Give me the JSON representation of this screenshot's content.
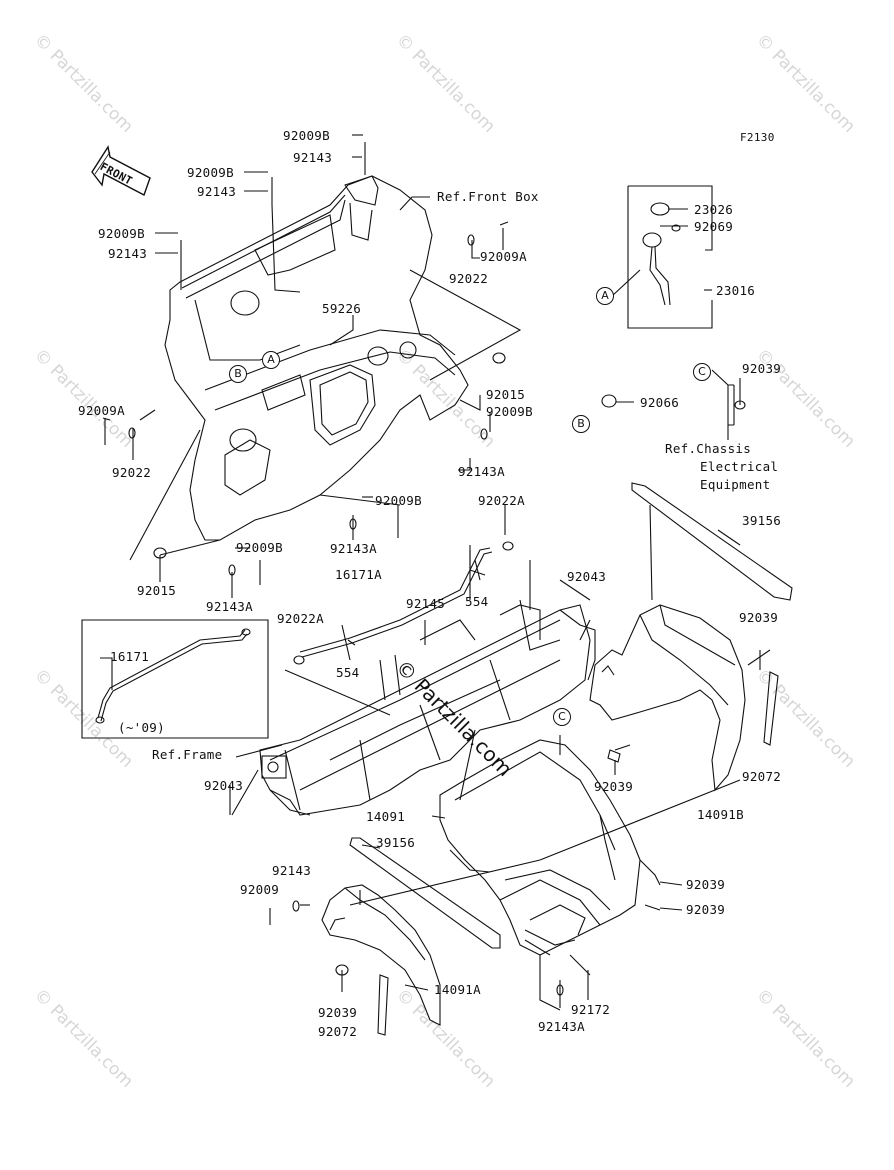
{
  "diagram_code": "F2130",
  "front_arrow_label": "FRONT",
  "watermark_text": "© Partzilla.com",
  "center_watermark": "© Partzilla.com",
  "parts": {
    "p92009B_top": "92009B",
    "p92143_top": "92143",
    "p92009B_2": "92009B",
    "p92143_2": "92143",
    "p92009B_3": "92009B",
    "p92143_3": "92143",
    "ref_front_box": "Ref.Front Box",
    "p92009A_top": "92009A",
    "p92022_top": "92022",
    "p59226": "59226",
    "p92015_r": "92015",
    "p92009B_r": "92009B",
    "p92143A_r": "92143A",
    "p92009A_l": "92009A",
    "p92022_l": "92022",
    "p92009B_mid": "92009B",
    "p92143A_mid": "92143A",
    "p92022A_mid": "92022A",
    "p92009B_low": "92009B",
    "p92015_l": "92015",
    "p92143A_low": "92143A",
    "p23026": "23026",
    "p92069": "92069",
    "p23016": "23016",
    "p92039_r": "92039",
    "p92066": "92066",
    "ref_chassis_1": "Ref.Chassis",
    "ref_chassis_2": "Electrical",
    "ref_chassis_3": "Equipment",
    "p39156_r": "39156",
    "p16171A": "16171A",
    "p92043_r": "92043",
    "p92145": "92145",
    "p554_r": "554",
    "p92022A_l": "92022A",
    "p554_l": "554",
    "p92039_r2": "92039",
    "p16171": "16171",
    "p16171_note": "(~'09)",
    "ref_frame": "Ref.Frame",
    "p92043_l": "92043",
    "p92039_mid": "92039",
    "p92072_r": "92072",
    "p14091": "14091",
    "p14091B": "14091B",
    "p39156_l": "39156",
    "p92143_low": "92143",
    "p92009_low": "92009",
    "p92039_low1": "92039",
    "p92039_low2": "92039",
    "p14091A": "14091A",
    "p92039_bl": "92039",
    "p92072_bl": "92072",
    "p92172": "92172",
    "p92143A_bot": "92143A"
  },
  "callouts": {
    "A": "A",
    "B": "B",
    "C": "C"
  }
}
